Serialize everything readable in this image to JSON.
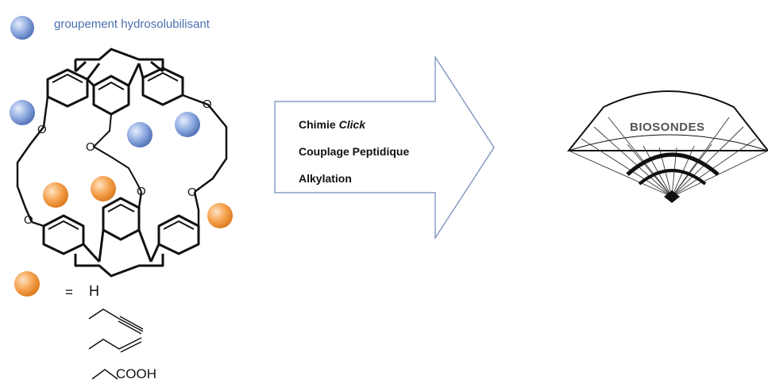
{
  "legend": {
    "blue_label": "groupement hydrosolubilisant",
    "blue_color": "#7f9fdc",
    "orange_color": "#f5a04a"
  },
  "arrow": {
    "lines": [
      "Chimie ",
      "Couplage Peptidique",
      "Alkylation"
    ],
    "line1_italic": "Click"
  },
  "fan": {
    "label": "BIOSONDES"
  },
  "substituents": {
    "equals": "=",
    "h": "H",
    "acid": "COOH"
  },
  "atoms": {
    "oxygen": "O"
  }
}
